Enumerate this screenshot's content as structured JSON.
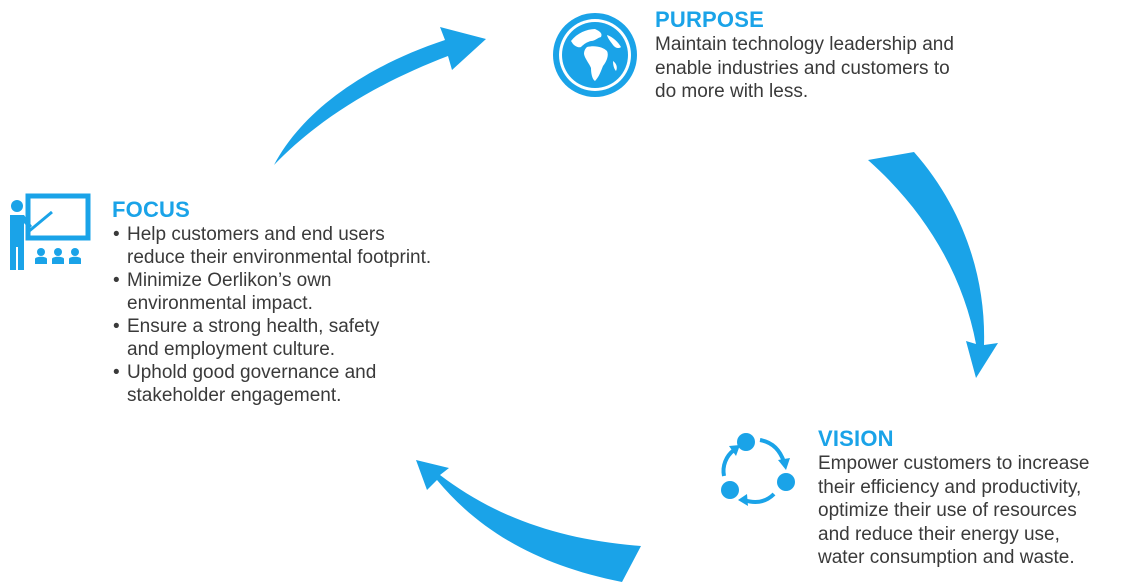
{
  "colors": {
    "accent": "#1aa3e8",
    "text": "#3a3a3a",
    "background": "#ffffff"
  },
  "purpose": {
    "title": "PURPOSE",
    "lines": [
      "Maintain technology leadership and",
      "enable industries and customers to",
      "do more with less."
    ],
    "icon": "globe-icon"
  },
  "focus": {
    "title": "FOCUS",
    "icon": "teacher-presentation-icon",
    "items": [
      {
        "lines": [
          "Help customers and end users",
          "reduce their environmental footprint."
        ]
      },
      {
        "lines": [
          "Minimize Oerlikon’s own",
          "environmental impact."
        ]
      },
      {
        "lines": [
          "Ensure a strong health, safety",
          "and employment culture."
        ]
      },
      {
        "lines": [
          "Uphold good governance and",
          "stakeholder engagement."
        ]
      }
    ]
  },
  "vision": {
    "title": "VISION",
    "icon": "cycle-icon",
    "lines": [
      "Empower customers to increase",
      "their efficiency and productivity,",
      "optimize their use of resources",
      "and reduce their energy use,",
      "water consumption and waste."
    ]
  },
  "bullet": "•"
}
